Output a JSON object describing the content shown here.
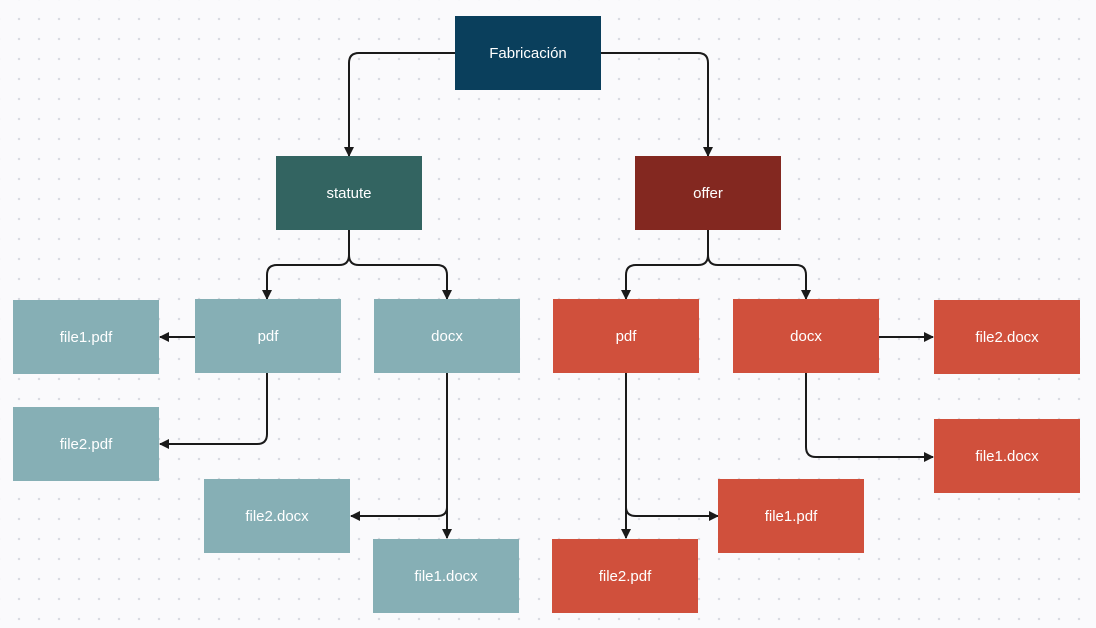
{
  "colors": {
    "root": "#0a3f5c",
    "statute": "#336461",
    "statute_child": "#86afb5",
    "offer": "#832820",
    "offer_child": "#d0503c",
    "edge": "#1a1a1a",
    "text": "#ffffff"
  },
  "nodes": {
    "root": {
      "label": "Fabricación"
    },
    "statute": {
      "label": "statute"
    },
    "offer": {
      "label": "offer"
    },
    "statute_pdf": {
      "label": "pdf"
    },
    "statute_docx": {
      "label": "docx"
    },
    "statute_file1_pdf": {
      "label": "file1.pdf"
    },
    "statute_file2_pdf": {
      "label": "file2.pdf"
    },
    "statute_file2_docx": {
      "label": "file2.docx"
    },
    "statute_file1_docx": {
      "label": "file1.docx"
    },
    "offer_pdf": {
      "label": "pdf"
    },
    "offer_docx": {
      "label": "docx"
    },
    "offer_file2_docx": {
      "label": "file2.docx"
    },
    "offer_file1_docx": {
      "label": "file1.docx"
    },
    "offer_file1_pdf": {
      "label": "file1.pdf"
    },
    "offer_file2_pdf": {
      "label": "file2.pdf"
    }
  }
}
